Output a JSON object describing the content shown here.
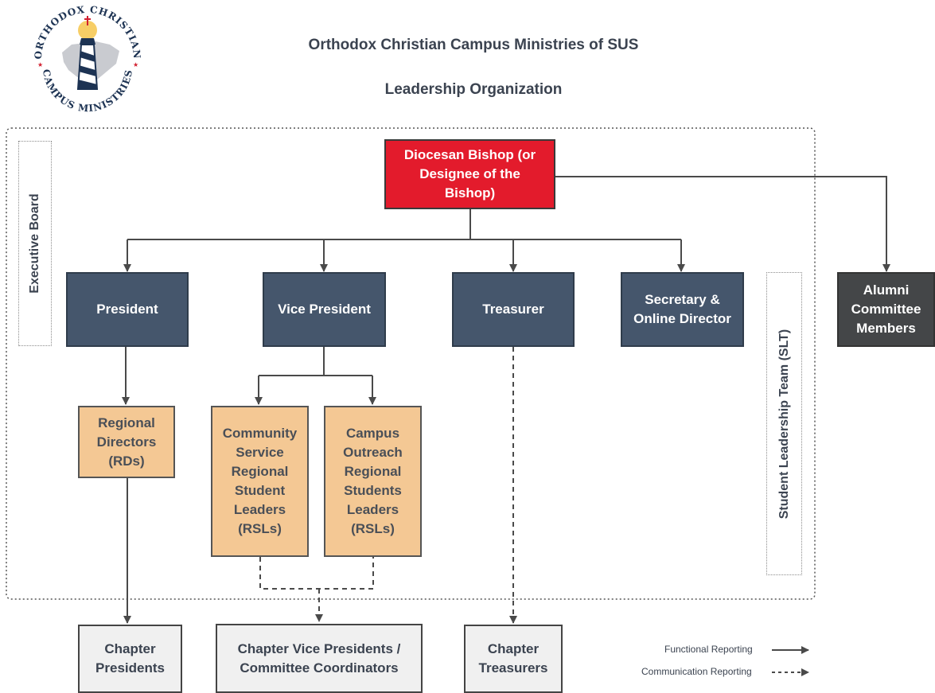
{
  "logo": {
    "top_text": "ORTHODOX CHRISTIAN",
    "bottom_text": "CAMPUS MINISTRIES"
  },
  "header": {
    "title": "Orthodox Christian Campus Ministries of SUS",
    "subtitle": "Leadership Organization"
  },
  "groups": {
    "executive_board": "Executive Board",
    "student_leadership_team": "Student Leadership Team (SLT)"
  },
  "nodes": {
    "bishop": "Diocesan Bishop (or\nDesignee of the\nBishop)",
    "president": "President",
    "vice_president": "Vice President",
    "treasurer": "Treasurer",
    "secretary": "Secretary &\nOnline Director",
    "alumni": "Alumni\nCommittee\nMembers",
    "regional_directors": "Regional\nDirectors\n(RDs)",
    "community_service_rsl": "Community\nService\nRegional\nStudent\nLeaders\n(RSLs)",
    "campus_outreach_rsl": "Campus\nOutreach\nRegional\nStudents\nLeaders\n(RSLs)",
    "chapter_presidents": "Chapter\nPresidents",
    "chapter_vps": "Chapter Vice Presidents /\nCommittee Coordinators",
    "chapter_treasurers": "Chapter\nTreasurers"
  },
  "legend": {
    "functional": "Functional Reporting",
    "communication": "Communication Reporting"
  },
  "colors": {
    "bishop": "#e31b2c",
    "officers": "#45566c",
    "regional": "#f4c894",
    "chapter": "#f0f0f0",
    "alumni": "#444648",
    "connector": "#4a4a4a"
  }
}
